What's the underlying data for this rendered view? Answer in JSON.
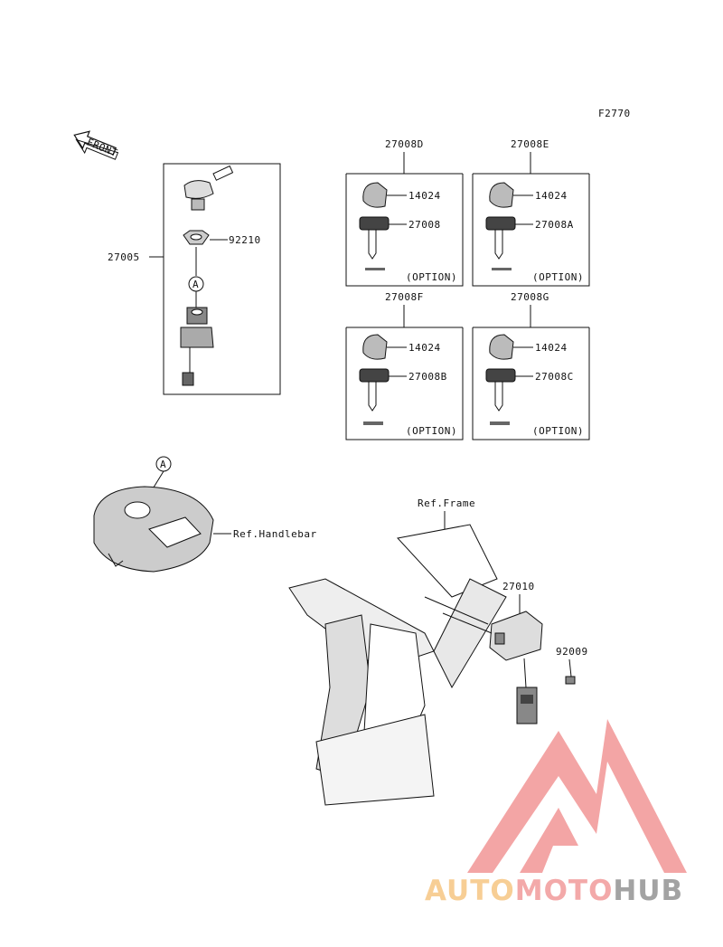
{
  "figure_code": "F2770",
  "front_label": "FRONT",
  "callout_a": "A",
  "parts": {
    "main_switch": "27005",
    "nut": "92210",
    "key_set_d": "27008D",
    "key_set_e": "27008E",
    "key_set_f": "27008F",
    "key_set_g": "27008G",
    "key_cover": "14024",
    "key": "27008",
    "key_a": "27008A",
    "key_b": "27008B",
    "key_c": "27008C",
    "relay": "27010",
    "screw": "92009"
  },
  "option_label": "(OPTION)",
  "ref_handlebar": "Ref.Handlebar",
  "ref_frame": "Ref.Frame",
  "watermark": {
    "part1": "AUTO",
    "part2": "MOTO",
    "part3": "HUB"
  },
  "colors": {
    "line": "#111111",
    "watermark_red": "#f08a8a",
    "watermark_orange": "#f7c98a",
    "watermark_grey": "#9a9a9a"
  }
}
